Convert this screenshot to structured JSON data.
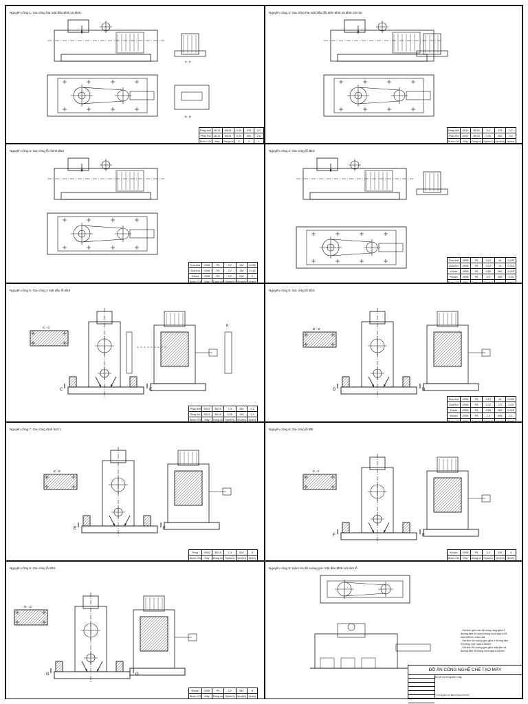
{
  "operations": [
    {
      "id": "op1",
      "title": "Nguyên công 1: Gia công hai mặt đầu Ø36 và Ø30.",
      "table": [
        [
          "Phay tinh",
          "6H12",
          "BK15",
          "0,25",
          "475",
          "0,2"
        ],
        [
          "Phay thô",
          "6H12",
          "BK15",
          "0,25",
          "300",
          "2,8"
        ],
        [
          "Bước CN",
          "Máy",
          "Dụng cụ",
          "S",
          "V",
          "t"
        ]
      ]
    },
    {
      "id": "op2",
      "title": "Nguyên công 2: Gia công hai mặt đầu đối diện Ø30 và Ø36 còn lại.",
      "table": [
        [
          "Phay tinh",
          "6H12",
          "BK15",
          "0,2",
          "475",
          "0,2"
        ],
        [
          "Phay thô",
          "6H12",
          "BK15",
          "0,25",
          "300",
          "2,8"
        ],
        [
          "Bước CN",
          "Máy",
          "Dụng cụ",
          "S(mm/v)",
          "V(m/ph)",
          "t(mm)"
        ]
      ]
    },
    {
      "id": "op3",
      "title": "Nguyên công 3: Gia công lỗ chính Ø22",
      "table": [
        [
          "Doa tinh",
          "2H55",
          "P6",
          "2,2",
          "134",
          "0,035"
        ],
        [
          "Doa thô",
          "2H55",
          "P6",
          "2,2",
          "148",
          "0,115"
        ],
        [
          "Khoét",
          "2H55",
          "P6",
          "2,2",
          "218",
          "1"
        ],
        [
          "Bước CN",
          "Máy",
          "Dụng cụ",
          "S(mm/v)",
          "V(m/ph)",
          "t(mm)"
        ]
      ]
    },
    {
      "id": "op4",
      "title": "Nguyên công 4: Gia công lỗ Ø16",
      "table": [
        [
          "Doa tinh",
          "2H55",
          "P6",
          "0,13",
          "16",
          "0,035"
        ],
        [
          "Doa thô",
          "2H55",
          "P6",
          "0,13",
          "13",
          "0,115"
        ],
        [
          "Khoét",
          "2H55",
          "P6",
          "0,55",
          "482",
          "0,025"
        ],
        [
          "Khoan",
          "2H55",
          "P6",
          "0,2",
          "455",
          "0,25"
        ],
        [
          "Bước CN",
          "Máy",
          "Dụng cụ",
          "S(mm/v)",
          "V(m/ph)",
          "t(mm)"
        ]
      ]
    },
    {
      "id": "op5",
      "title": "Nguyên công 5: Gia công 2 mặt đầu lỗ Ø16",
      "table": [
        [
          "Phay tinh",
          "6H12",
          "BK15",
          "1,3",
          "280",
          "0,1"
        ],
        [
          "Phay thô",
          "6H12",
          "BK15",
          "0,25",
          "190",
          "1,9"
        ],
        [
          "Bước CN",
          "Máy",
          "Dụng cụ",
          "S(mm/v)",
          "V(m/ph)",
          "t(mm)"
        ]
      ]
    },
    {
      "id": "op6",
      "title": "Nguyên công 6: Gia công lỗ Ø16",
      "table": [
        [
          "Doa tinh",
          "2H55",
          "P6",
          "0,13",
          "16",
          "0,035"
        ],
        [
          "Doa thô",
          "2H55",
          "P6",
          "0,22",
          "173",
          "0,25"
        ],
        [
          "Khoét",
          "2H55",
          "P6",
          "0,55",
          "482",
          "0,025"
        ],
        [
          "Khoan",
          "2H55",
          "P6",
          "1,4",
          "495",
          "0,2"
        ],
        [
          "Bước CN",
          "Máy",
          "Dụng cụ",
          "S(mm/v)",
          "V(m/ph)",
          "t(mm)"
        ]
      ]
    },
    {
      "id": "op7",
      "title": "Nguyên công 7: Gia công rãnh 5x0,1",
      "table": [
        [
          "Phay",
          "6H82",
          "BK15",
          "1,3",
          "516",
          "5"
        ],
        [
          "Bước CN",
          "Máy",
          "Dụng cụ",
          "S(mm/v)",
          "V(m/ph)",
          "t(mm)"
        ]
      ]
    },
    {
      "id": "op8",
      "title": "Nguyên công 8: Gia công lỗ Ø8",
      "table": [
        [
          "Khoan",
          "2H55",
          "P6",
          "0,2",
          "936",
          "4"
        ],
        [
          "Bước CN",
          "Máy",
          "Dụng cụ",
          "S(mm/v)",
          "V(m/ph)",
          "t(mm)"
        ]
      ]
    },
    {
      "id": "op9",
      "title": "Nguyên công 9: Gia công lỗ Ø16",
      "table": [
        [
          "Khoan",
          "2H55",
          "P6",
          "0,2",
          "340",
          "8"
        ],
        [
          "Bước CN",
          "Máy",
          "Dụng cụ",
          "S(mm/v)",
          "V(m/ph)",
          "t(mm)"
        ]
      ]
    },
    {
      "id": "op10",
      "title": "Nguyên công 9: Kiểm tra độ vuông góc mặt đầu Ø36 với tâm lỗ",
      "table": []
    }
  ],
  "section_labels": {
    "op5": "C - C",
    "op6": "D - D",
    "op7": "E - E",
    "op8": "F - F",
    "op9": "G - G",
    "op1_a": "A - A",
    "op1_b": "B - B",
    "op5_k": "K"
  },
  "title_block": {
    "heading": "ĐỒ ÁN CÔNG NGHỆ CHẾ TẠO MÁY",
    "subtitle": "Bản vẽ sơ đồ nguyên công",
    "footer": "Trường Đại học Bách khoa TP.HCM"
  },
  "notes": [
    "- Sai lệch giới hạn độ song song giữa 2",
    "  đường tâm lỗ chính không vượt quá 0,05",
    "  mm/100mm chiều dài.",
    "- Sai lệch độ vuông góc giữa 2 đường tâm",
    "  lỗ không vượt quá 0,05mm.",
    "- Sai lệch độ vuông góc giữa mặt đầu và",
    "  đường tâm lỗ không vượt quá 0,02mm."
  ]
}
